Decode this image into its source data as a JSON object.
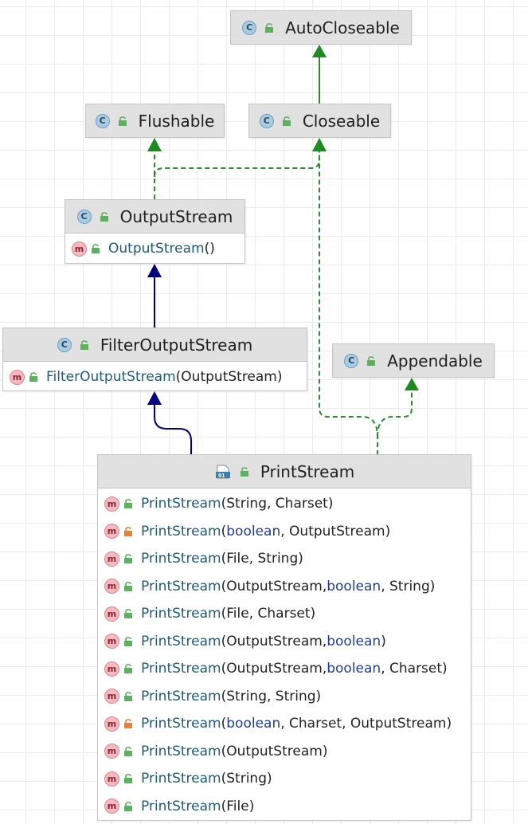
{
  "colors": {
    "header_bg": "#e1e1e1",
    "border": "#c4c4c4",
    "extends_arrow": "#000080",
    "implements_arrow": "#008000",
    "class_badge": "#a8cce4",
    "method_badge": "#f5b9bf",
    "public_lock": "#5db05d",
    "private_lock": "#e0843a",
    "method_name": "#1f5a7a",
    "keyword": "#1f3d9c"
  },
  "nodes": {
    "autocloseable": {
      "name": "AutoCloseable",
      "icon": "interface-badge-icon"
    },
    "flushable": {
      "name": "Flushable",
      "icon": "interface-badge-icon"
    },
    "closeable": {
      "name": "Closeable",
      "icon": "interface-badge-icon"
    },
    "outputstream": {
      "name": "OutputStream",
      "icon": "class-badge-icon",
      "members": [
        {
          "name": "OutputStream",
          "params": "()"
        }
      ]
    },
    "filteroutputstream": {
      "name": "FilterOutputStream",
      "icon": "class-badge-icon",
      "members": [
        {
          "name": "FilterOutputStream",
          "params": "(OutputStream)"
        }
      ]
    },
    "appendable": {
      "name": "Appendable",
      "icon": "interface-badge-icon"
    },
    "printstream": {
      "name": "PrintStream",
      "icon": "java-file-icon",
      "members": [
        {
          "name": "PrintStream",
          "sig": [
            "(String, Charset)"
          ],
          "access": "public"
        },
        {
          "name": "PrintStream",
          "sig": [
            "(",
            "boolean",
            ", OutputStream)"
          ],
          "access": "private"
        },
        {
          "name": "PrintStream",
          "sig": [
            "(File, String)"
          ],
          "access": "public"
        },
        {
          "name": "PrintStream",
          "sig": [
            "(OutputStream, ",
            "boolean",
            ", String)"
          ],
          "access": "public"
        },
        {
          "name": "PrintStream",
          "sig": [
            "(File, Charset)"
          ],
          "access": "public"
        },
        {
          "name": "PrintStream",
          "sig": [
            "(OutputStream, ",
            "boolean",
            ")"
          ],
          "access": "public"
        },
        {
          "name": "PrintStream",
          "sig": [
            "(OutputStream, ",
            "boolean",
            ", Charset)"
          ],
          "access": "public"
        },
        {
          "name": "PrintStream",
          "sig": [
            "(String, String)"
          ],
          "access": "public"
        },
        {
          "name": "PrintStream",
          "sig": [
            "(",
            "boolean",
            ", Charset, OutputStream)"
          ],
          "access": "private"
        },
        {
          "name": "PrintStream",
          "sig": [
            "(OutputStream)"
          ],
          "access": "public"
        },
        {
          "name": "PrintStream",
          "sig": [
            "(String)"
          ],
          "access": "public"
        },
        {
          "name": "PrintStream",
          "sig": [
            "(File)"
          ],
          "access": "public"
        }
      ]
    }
  },
  "edges": [
    {
      "from": "Closeable",
      "to": "AutoCloseable",
      "kind": "extends-interface"
    },
    {
      "from": "OutputStream",
      "to": "Flushable",
      "kind": "implements"
    },
    {
      "from": "OutputStream",
      "to": "Closeable",
      "kind": "implements"
    },
    {
      "from": "FilterOutputStream",
      "to": "OutputStream",
      "kind": "extends"
    },
    {
      "from": "PrintStream",
      "to": "FilterOutputStream",
      "kind": "extends"
    },
    {
      "from": "PrintStream",
      "to": "Appendable",
      "kind": "implements"
    },
    {
      "from": "PrintStream",
      "to": "Closeable",
      "kind": "implements"
    }
  ]
}
